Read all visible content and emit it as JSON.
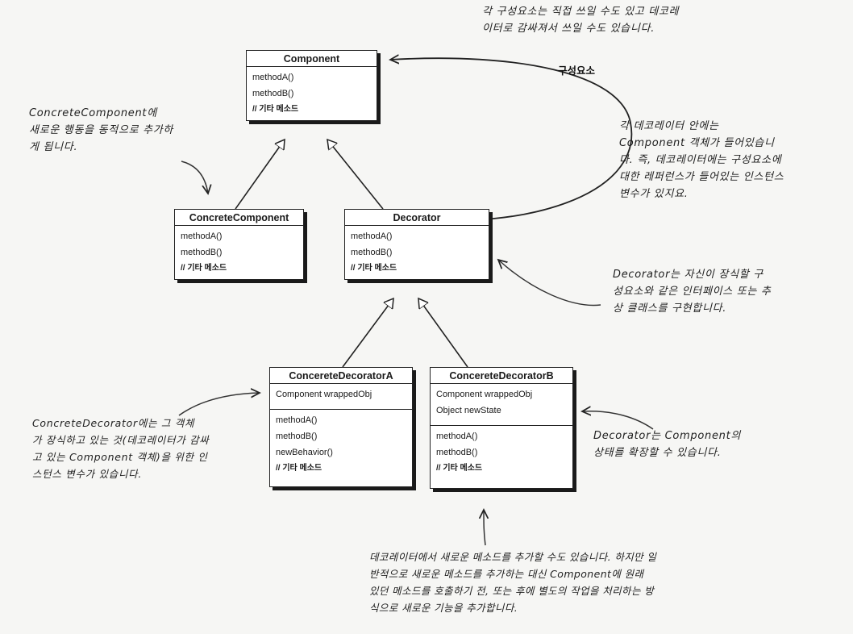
{
  "classes": {
    "component": {
      "name": "Component",
      "methods": [
        "methodA()",
        "methodB()",
        "// 기타 메소드"
      ]
    },
    "concrete_component": {
      "name": "ConcreteComponent",
      "methods": [
        "methodA()",
        "methodB()",
        "// 기타 메소드"
      ]
    },
    "decorator": {
      "name": "Decorator",
      "methods": [
        "methodA()",
        "methodB()",
        "// 기타 메소드"
      ]
    },
    "decorator_a": {
      "name": "ConcereteDecoratorA",
      "fields": [
        "Component wrappedObj"
      ],
      "methods": [
        "methodA()",
        "methodB()",
        "newBehavior()",
        "// 기타 메소드"
      ]
    },
    "decorator_b": {
      "name": "ConcereteDecoratorB",
      "fields": [
        "Component wrappedObj",
        "Object newState"
      ],
      "methods": [
        "methodA()",
        "methodB()",
        "// 기타 메소드"
      ]
    }
  },
  "labels": {
    "component_relation": "구성요소"
  },
  "notes": {
    "top": [
      "각 구성요소는 직접 쓰일 수도 있고 데코레",
      "이터로 감싸져서 쓰일 수도 있습니다."
    ],
    "concrete_component": [
      "ConcreteComponent에",
      "새로운 행동을 동적으로 추가하",
      "게 됩니다."
    ],
    "decorator_contains": [
      "각 데코레이터 안에는",
      "Component 객체가 들어있습니",
      "다. 즉, 데코레이터에는 구성요소에",
      "대한 레퍼런스가 들어있는 인스턴스",
      "변수가 있지요."
    ],
    "decorator_interface": [
      "Decorator는 자신이 장식할 구",
      "성요소와 같은 인터페이스 또는 추",
      "상 클래스를 구현합니다."
    ],
    "concrete_decorator": [
      "ConcreteDecorator에는 그 객체",
      "가 장식하고 있는 것(데코레이터가 감싸",
      "고 있는 Component 객체)을 위한 인",
      "스턴스 변수가 있습니다."
    ],
    "decorator_state": [
      "Decorator는 Component의",
      "상태를 확장할 수 있습니다."
    ],
    "bottom": [
      "데코레이터에서 새로운 메소드를 추가할 수도 있습니다. 하지만 일",
      "반적으로 새로운 메소드를 추가하는 대신 Component에 원래",
      "있던 메소드를 호출하기 전, 또는 후에 별도의 작업을 처리하는 방",
      "식으로 새로운 기능을 추가합니다."
    ]
  }
}
